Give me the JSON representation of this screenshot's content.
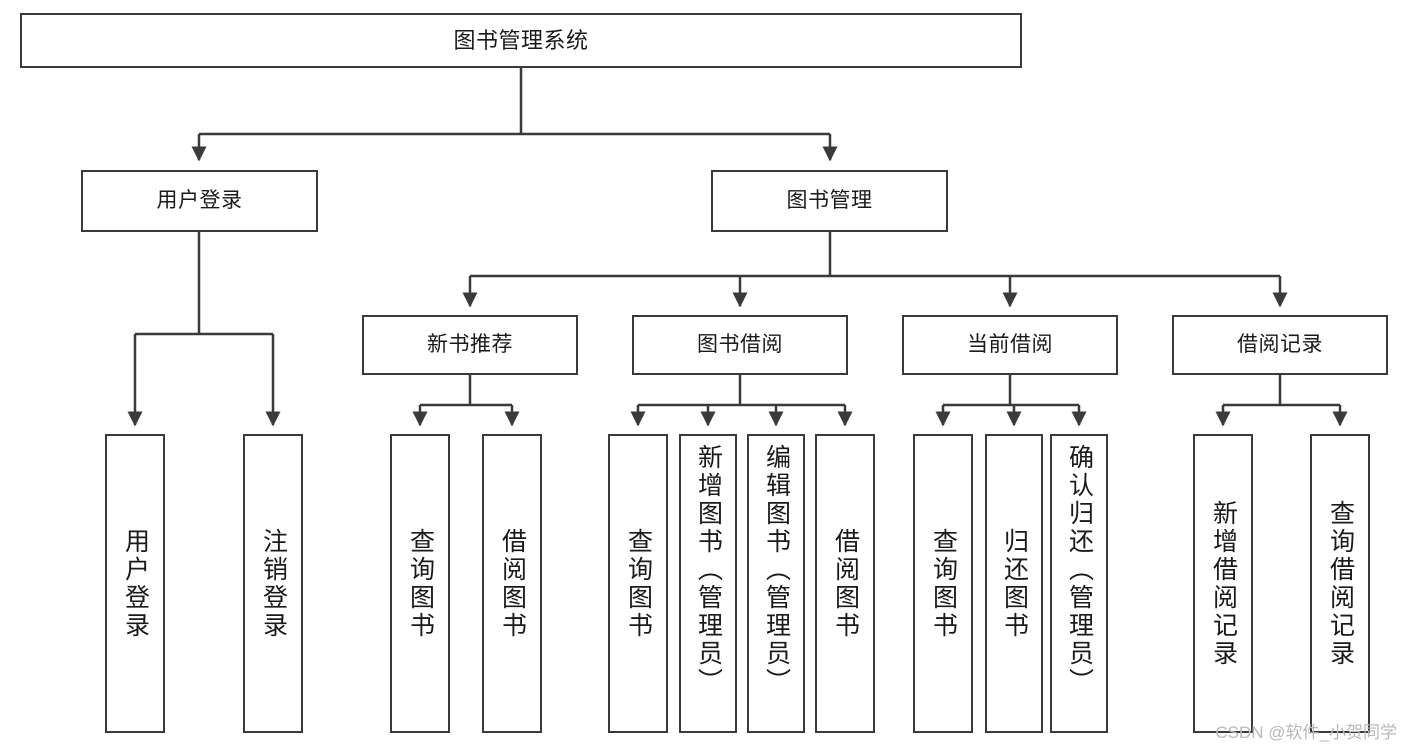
{
  "diagram": {
    "type": "tree-hierarchy",
    "title": "图书管理系统",
    "watermark": "CSDN @软件_小贺同学",
    "colors": {
      "box_border": "#3a3a3a",
      "box_fill": "#ffffff",
      "edge": "#3a3a3a",
      "text": "#1a1a1a",
      "watermark": "#b9b9b9",
      "background": "#ffffff"
    },
    "nodes": {
      "root": {
        "label": "图书管理系统"
      },
      "level2": [
        {
          "label": "用户登录"
        },
        {
          "label": "图书管理"
        }
      ],
      "level3": [
        {
          "label": "新书推荐"
        },
        {
          "label": "图书借阅"
        },
        {
          "label": "当前借阅"
        },
        {
          "label": "借阅记录"
        }
      ],
      "leaves": [
        {
          "label": "用户登录",
          "parent": "用户登录"
        },
        {
          "label": "注销登录",
          "parent": "用户登录"
        },
        {
          "label": "查询图书",
          "parent": "新书推荐"
        },
        {
          "label": "借阅图书",
          "parent": "新书推荐"
        },
        {
          "label": "查询图书",
          "parent": "图书借阅"
        },
        {
          "label": "新增图书（管理员）",
          "parent": "图书借阅"
        },
        {
          "label": "编辑图书（管理员）",
          "parent": "图书借阅"
        },
        {
          "label": "借阅图书",
          "parent": "图书借阅"
        },
        {
          "label": "查询图书",
          "parent": "当前借阅"
        },
        {
          "label": "归还图书",
          "parent": "当前借阅"
        },
        {
          "label": "确认归还（管理员）",
          "parent": "当前借阅"
        },
        {
          "label": "新增借阅记录",
          "parent": "借阅记录"
        },
        {
          "label": "查询借阅记录",
          "parent": "借阅记录"
        }
      ]
    }
  }
}
